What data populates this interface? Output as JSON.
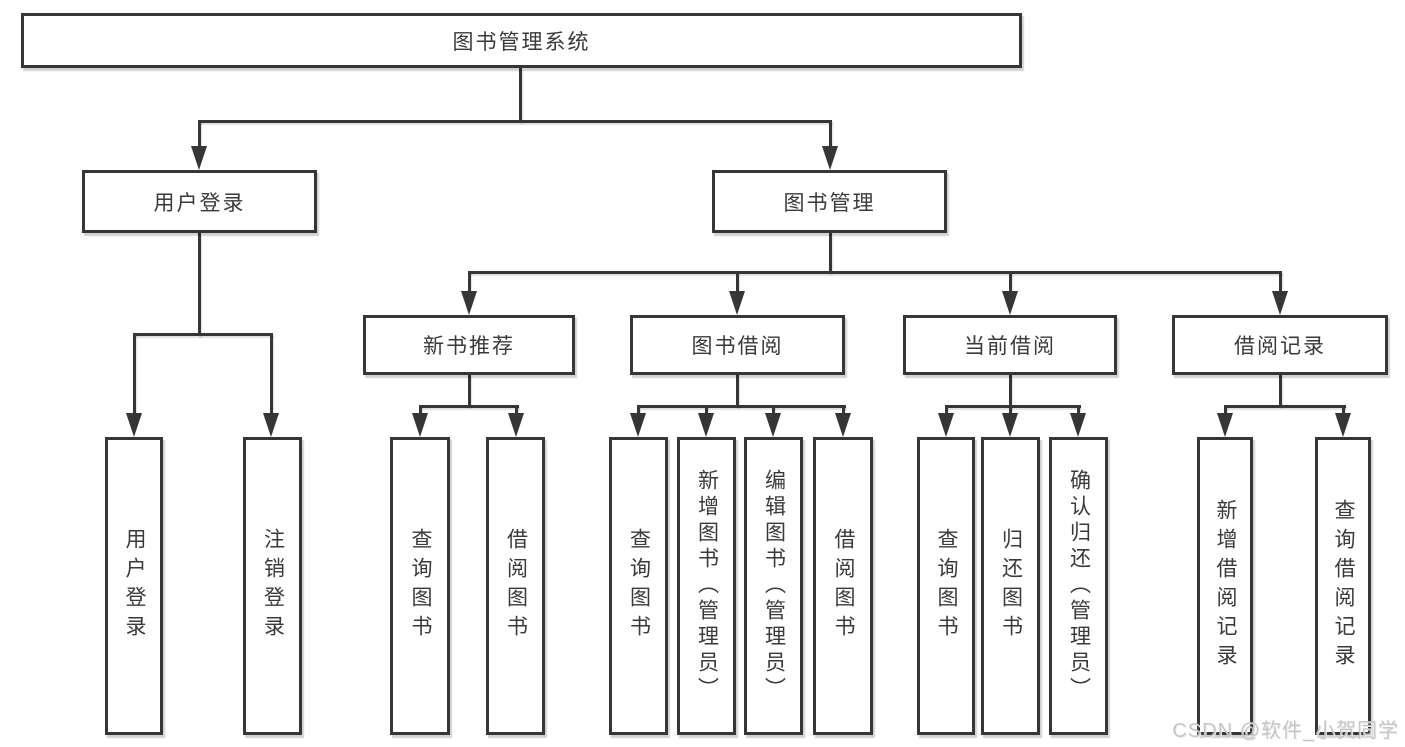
{
  "diagram": {
    "type": "tree",
    "colors": {
      "line": "#363636",
      "text": "#3a3a3a",
      "background": "#ffffff",
      "watermark": "#c3c3c3"
    },
    "watermark": "CSDN @软件_小贺同学",
    "nodes": {
      "root": {
        "label": "图书管理系统",
        "children": [
          "user_login",
          "book_management"
        ]
      },
      "user_login": {
        "label": "用户登录",
        "children": [
          "leaf_user_login",
          "leaf_logout"
        ]
      },
      "book_management": {
        "label": "图书管理",
        "children": [
          "new_book_recommend",
          "book_borrowing",
          "current_borrowing",
          "borrowing_records"
        ]
      },
      "new_book_recommend": {
        "label": "新书推荐",
        "children": [
          "leaf_query_books_1",
          "leaf_borrow_books_1"
        ]
      },
      "book_borrowing": {
        "label": "图书借阅",
        "children": [
          "leaf_query_books_2",
          "leaf_add_books_admin",
          "leaf_edit_books_admin",
          "leaf_borrow_books_2"
        ]
      },
      "current_borrowing": {
        "label": "当前借阅",
        "children": [
          "leaf_query_books_3",
          "leaf_return_books",
          "leaf_confirm_return_admin"
        ]
      },
      "borrowing_records": {
        "label": "借阅记录",
        "children": [
          "leaf_add_borrow_record",
          "leaf_query_borrow_record"
        ]
      },
      "leaf_user_login": {
        "label": "用户登录"
      },
      "leaf_logout": {
        "label": "注销登录"
      },
      "leaf_query_books_1": {
        "label": "查询图书"
      },
      "leaf_borrow_books_1": {
        "label": "借阅图书"
      },
      "leaf_query_books_2": {
        "label": "查询图书"
      },
      "leaf_add_books_admin": {
        "label": "新增图书（管理员）"
      },
      "leaf_edit_books_admin": {
        "label": "编辑图书（管理员）"
      },
      "leaf_borrow_books_2": {
        "label": "借阅图书"
      },
      "leaf_query_books_3": {
        "label": "查询图书"
      },
      "leaf_return_books": {
        "label": "归还图书"
      },
      "leaf_confirm_return_admin": {
        "label": "确认归还（管理员）"
      },
      "leaf_add_borrow_record": {
        "label": "新增借阅记录"
      },
      "leaf_query_borrow_record": {
        "label": "查询借阅记录"
      }
    }
  }
}
